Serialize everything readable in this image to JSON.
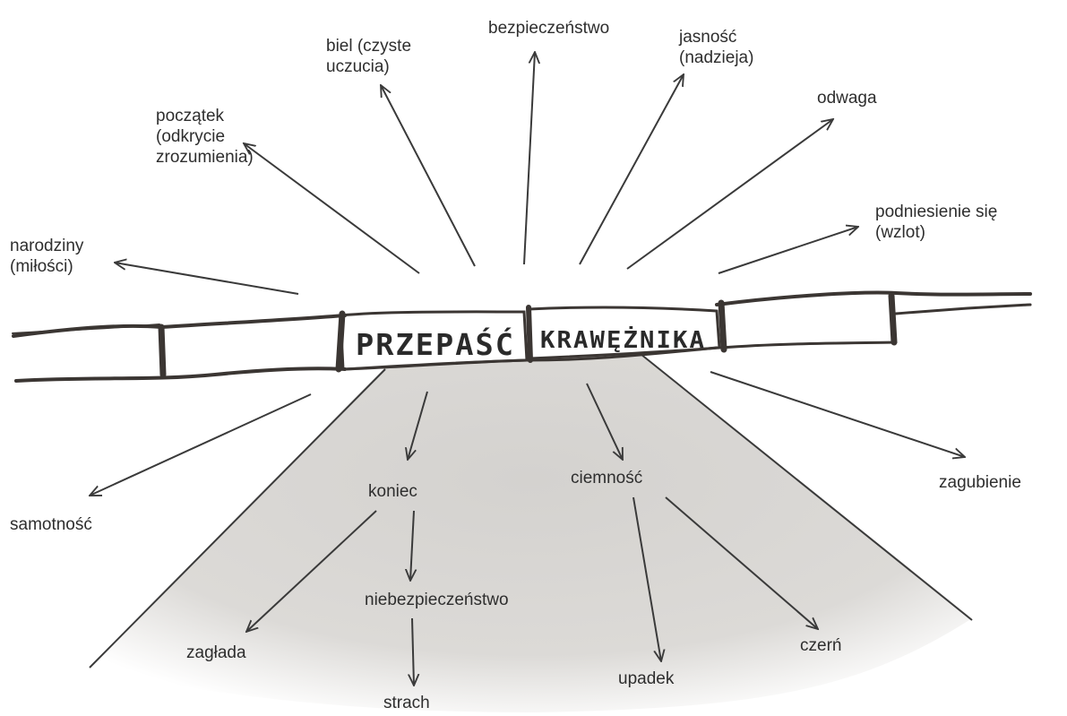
{
  "bridge": {
    "left_word": "PRZEPAŚĆ",
    "right_word": "KRAWĘŻNIKA"
  },
  "upward_terms": [
    {
      "id": "narodziny",
      "lines": [
        "narodziny",
        "(miłości)"
      ]
    },
    {
      "id": "poczatek",
      "lines": [
        "początek",
        "(odkrycie",
        "zrozumienia)"
      ]
    },
    {
      "id": "biel",
      "lines": [
        "biel (czyste",
        "uczucia)"
      ]
    },
    {
      "id": "bezpieczenstwo",
      "lines": [
        "bezpieczeństwo"
      ]
    },
    {
      "id": "jasnosc",
      "lines": [
        "jasność",
        "(nadzieja)"
      ]
    },
    {
      "id": "odwaga",
      "lines": [
        "odwaga"
      ]
    },
    {
      "id": "podniesienie",
      "lines": [
        "podniesienie się",
        "(wzlot)"
      ]
    }
  ],
  "downward_terms": [
    {
      "id": "samotnosc",
      "lines": [
        "samotność"
      ]
    },
    {
      "id": "koniec",
      "lines": [
        "koniec"
      ]
    },
    {
      "id": "zaglada",
      "lines": [
        "zagłada"
      ]
    },
    {
      "id": "niebezpieczenstwo",
      "lines": [
        "niebezpieczeństwo"
      ]
    },
    {
      "id": "strach",
      "lines": [
        "strach"
      ]
    },
    {
      "id": "ciemnosc",
      "lines": [
        "ciemność"
      ]
    },
    {
      "id": "upadek",
      "lines": [
        "upadek"
      ]
    },
    {
      "id": "czern",
      "lines": [
        "czerń"
      ]
    },
    {
      "id": "zagubienie",
      "lines": [
        "zagubienie"
      ]
    }
  ],
  "colors": {
    "ink": "#3a3a3a",
    "chasm_fill": "#d9d7d4",
    "bridge_dark": "#3b3633"
  }
}
